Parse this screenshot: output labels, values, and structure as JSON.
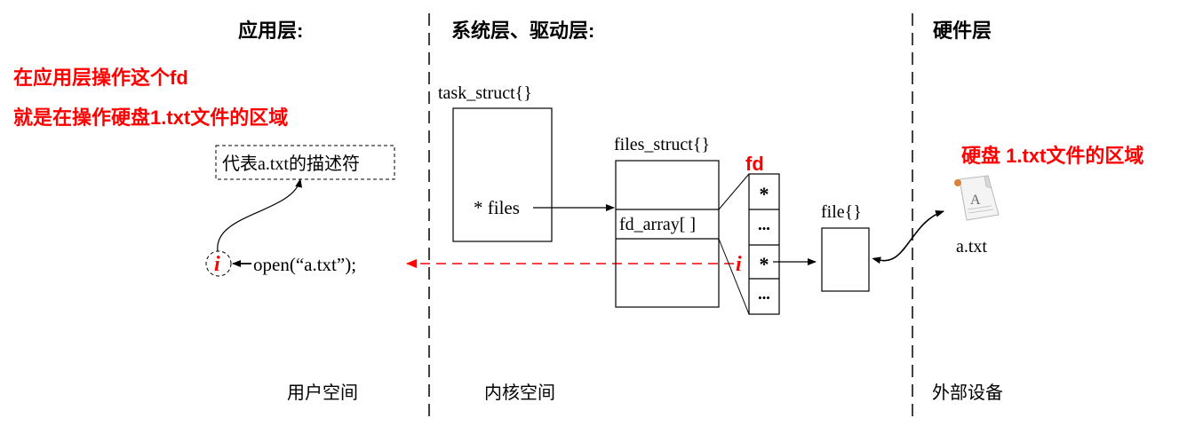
{
  "layers": {
    "app": "应用层:",
    "system": "系统层、驱动层:",
    "hardware": "硬件层"
  },
  "annotations": {
    "line1": "在应用层操作这个fd",
    "line2": "就是在操作硬盘1.txt文件的区域",
    "disk_region": "硬盘 1.txt文件的区域"
  },
  "labels": {
    "descriptor": "代表a.txt的描述符",
    "open_call": "open(“a.txt”);",
    "i_user": "i",
    "i_kernel": "i",
    "task_struct": "task_struct{}",
    "files_field": "* files",
    "files_struct": "files_struct{}",
    "fd_array": "fd_array[ ]",
    "fd": "fd",
    "fd_slots": [
      "*",
      "•••",
      "*",
      "•••"
    ],
    "file": "file{}",
    "file_name": "a.txt"
  },
  "spaces": {
    "user": "用户空间",
    "kernel": "内核空间",
    "external": "外部设备"
  },
  "colors": {
    "accent": "#ff0000",
    "ink": "#000000"
  },
  "icons": [
    "document-icon"
  ]
}
